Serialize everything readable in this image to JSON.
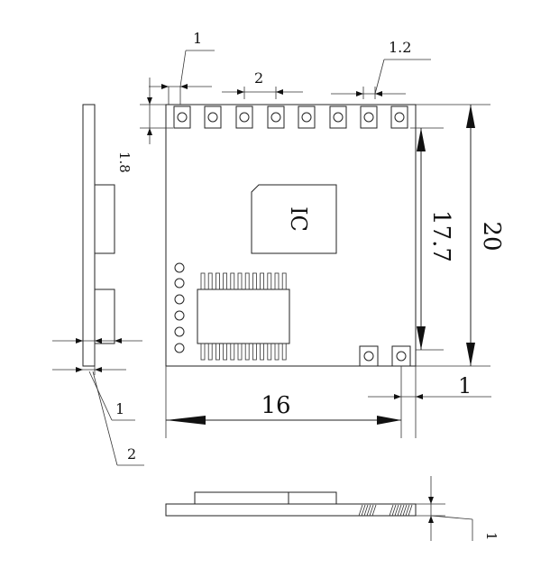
{
  "labels": {
    "top_pin_width": "1",
    "pin_pitch": "2",
    "top_right_pad": "1.2",
    "pad_height": "1.8",
    "inner_height": "17.7",
    "total_height": "20",
    "board_width": "16",
    "edge_offset": "1",
    "ic_label": "IC",
    "side_dim_1": "1",
    "side_dim_2": "2",
    "bottom_thickness": "1"
  }
}
